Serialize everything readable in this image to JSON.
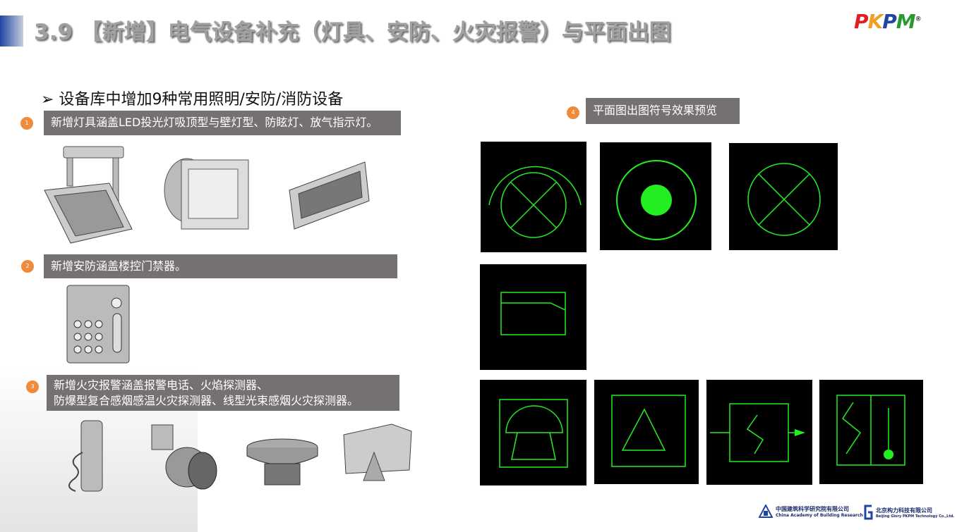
{
  "header": {
    "title": "3.9 【新增】电气设备补充（灯具、安防、火灾报警）与平面出图",
    "logo": "PKPM",
    "brand_colors": [
      "#e02020",
      "#f0a020",
      "#1f46a0",
      "#2a9a30"
    ]
  },
  "bullet": "设备库中增加9种常用照明/安防/消防设备",
  "sections": [
    {
      "num": "1",
      "text": "新增灯具涵盖LED投光灯吸顶型与壁灯型、防眩灯、放气指示灯。"
    },
    {
      "num": "2",
      "text": "新增安防涵盖楼控门禁器。"
    },
    {
      "num": "3",
      "line1": "新增火灾报警涵盖报警电话、火焰探测器、",
      "line2": "防爆型复合感烟感温火灾探测器、线型光束感烟火灾探测器。"
    },
    {
      "num": "4",
      "text": "平面图出图符号效果预览"
    }
  ],
  "footer": {
    "org1_cn": "中国建筑科学研究院有限公司",
    "org1_en": "China Academy of Building Research",
    "org2_cn": "北京构力科技有限公司",
    "org2_en": "Beijing Glory PKPM Technology Co.,Ltd."
  },
  "colors": {
    "symbol": "#22ee22",
    "badge": "#f08a3c",
    "box": "#767171"
  }
}
